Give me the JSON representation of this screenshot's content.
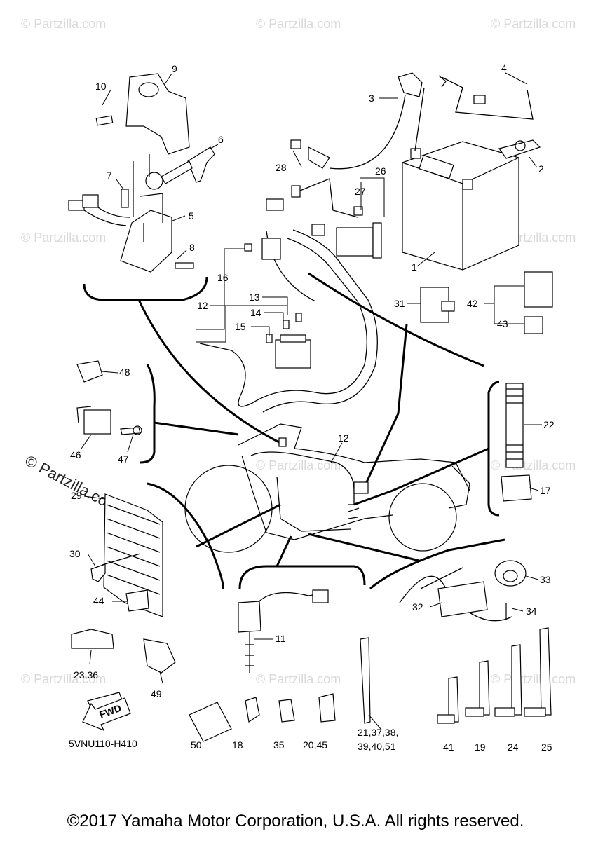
{
  "watermark": {
    "text": "© Partzilla.com",
    "brand_text": "© Partzilla.com",
    "color": "#d9d9d9"
  },
  "diagram_code": "5VNU110-H410",
  "fwd_label": "FWD",
  "copyright": "©2017 Yamaha Motor Corporation, U.S.A. All rights reserved.",
  "callouts": {
    "c1": "1",
    "c2": "2",
    "c3": "3",
    "c4": "4",
    "c5": "5",
    "c6": "6",
    "c7": "7",
    "c8": "8",
    "c9": "9",
    "c10": "10",
    "c11": "11",
    "c12a": "12",
    "c12b": "12",
    "c13": "13",
    "c14": "14",
    "c15": "15",
    "c16": "16",
    "c17": "17",
    "c18": "18",
    "c19": "19",
    "c20_45": "20,45",
    "c21_a": "21,37,38,",
    "c21_b": "39,40,51",
    "c22": "22",
    "c23_36": "23,36",
    "c24": "24",
    "c25": "25",
    "c26": "26",
    "c27": "27",
    "c28": "28",
    "c29": "29",
    "c30": "30",
    "c31": "31",
    "c32": "32",
    "c33": "33",
    "c34": "34",
    "c35": "35",
    "c41": "41",
    "c42": "42",
    "c43": "43",
    "c44": "44",
    "c46": "46",
    "c47": "47",
    "c48": "48",
    "c49": "49",
    "c50": "50"
  }
}
